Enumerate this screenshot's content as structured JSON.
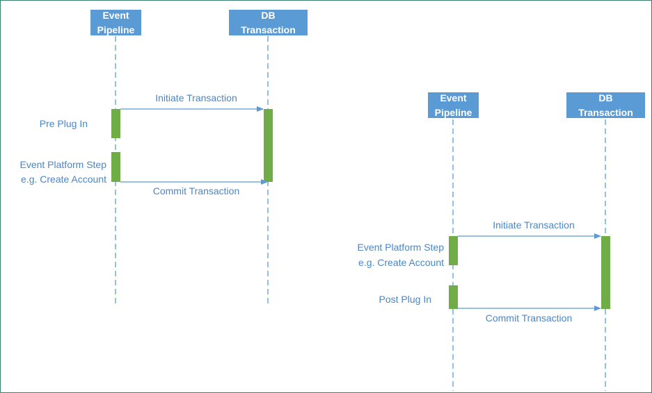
{
  "colors": {
    "header_fill": "#5b9bd5",
    "header_text": "#ffffff",
    "label_text": "#4a86c5",
    "activation_fill": "#70ad47",
    "arrow": "#5b9bd5",
    "border": "#3a7f6a"
  },
  "diagram_pre": {
    "pipeline": {
      "line1": "Event",
      "line2": "Pipeline"
    },
    "db": {
      "line1": "DB",
      "line2": "Transaction"
    },
    "steps": {
      "pre_plugin": "Pre Plug In",
      "platform_step_line1": "Event Platform Step",
      "platform_step_line2": "e.g. Create Account"
    },
    "messages": {
      "initiate": "Initiate Transaction",
      "commit": "Commit Transaction"
    }
  },
  "diagram_post": {
    "pipeline": {
      "line1": "Event",
      "line2": "Pipeline"
    },
    "db": {
      "line1": "DB",
      "line2": "Transaction"
    },
    "steps": {
      "platform_step_line1": "Event Platform Step",
      "platform_step_line2": "e.g. Create Account",
      "post_plugin": "Post Plug In"
    },
    "messages": {
      "initiate": "Initiate Transaction",
      "commit": "Commit Transaction"
    }
  }
}
